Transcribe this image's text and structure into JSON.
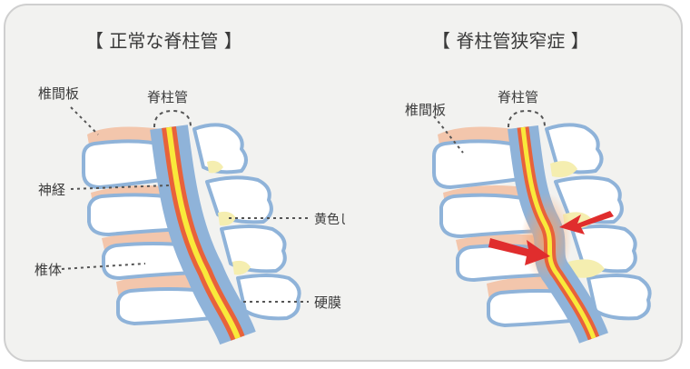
{
  "panels": {
    "normal": {
      "title": "【 正常な脊柱管 】",
      "labels": {
        "disc": "椎間板",
        "canal": "脊柱管",
        "nerve": "神経",
        "ligament": "黄色じんたい",
        "vertebra": "椎体",
        "dura": "硬膜"
      }
    },
    "stenosis": {
      "title": "【 脊柱管狭窄症 】",
      "labels": {
        "disc": "椎間板",
        "canal": "脊柱管"
      }
    }
  },
  "colors": {
    "background": "#f2f2f0",
    "bone_fill": "#ffffff",
    "bone_outline": "#8fb3d9",
    "disc": "#f3c6ac",
    "canal": "#8fb3d9",
    "dura": "#e8623a",
    "nerve": "#f9e93a",
    "ligament": "#f5eeb0",
    "arrow": "#e02d2d"
  }
}
